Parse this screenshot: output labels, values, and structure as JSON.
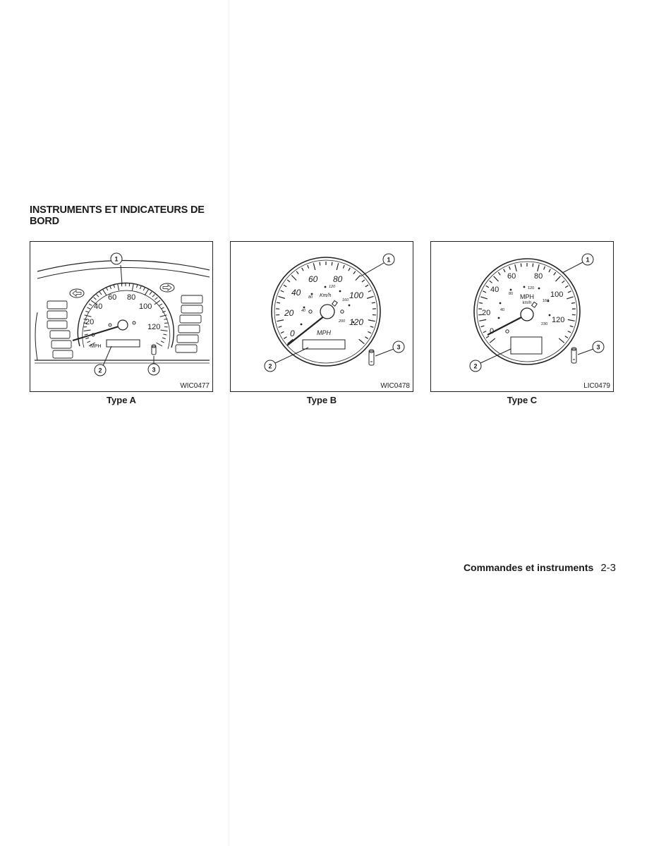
{
  "page": {
    "section_title": "INSTRUMENTS ET INDICATEURS DE BORD",
    "footer_section": "Commandes et instruments",
    "footer_page": "2-3"
  },
  "figures": [
    {
      "caption": "Type A",
      "code": "WIC0477",
      "unit": "MPH",
      "scale": [
        "20",
        "40",
        "60",
        "80",
        "100",
        "120"
      ],
      "callouts": [
        "1",
        "2",
        "3"
      ]
    },
    {
      "caption": "Type B",
      "code": "WIC0478",
      "unit": "MPH",
      "unit2": "Km/h",
      "scale": [
        "0",
        "20",
        "40",
        "60",
        "80",
        "100",
        "120"
      ],
      "inner_scale": [
        "40",
        "80",
        "120",
        "160",
        "200"
      ],
      "callouts": [
        "1",
        "2",
        "3"
      ]
    },
    {
      "caption": "Type C",
      "code": "LIC0479",
      "unit": "MPH",
      "unit2": "km/h",
      "scale": [
        "0",
        "20",
        "40",
        "60",
        "80",
        "100",
        "120"
      ],
      "inner_scale": [
        "40",
        "80",
        "120",
        "160",
        "230"
      ],
      "callouts": [
        "1",
        "2",
        "3"
      ]
    }
  ]
}
